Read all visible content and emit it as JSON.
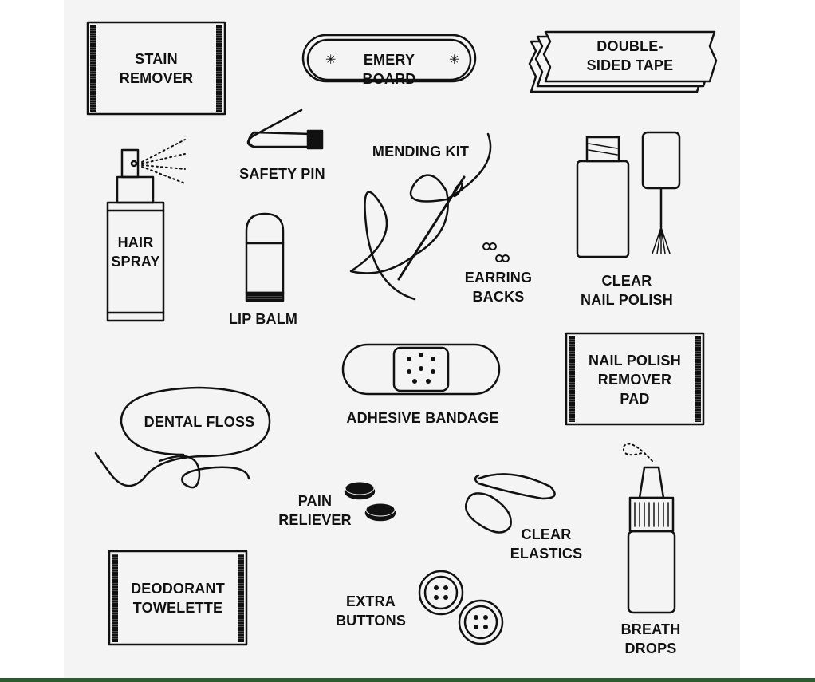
{
  "colors": {
    "panel": "#f4f4f4",
    "ink": "#111111",
    "bottom_bar": "#2d5a2f"
  },
  "items": {
    "stain_remover": "STAIN\nREMOVER",
    "emery_board": "EMERY BOARD",
    "double_sided_tape": "DOUBLE-\nSIDED TAPE",
    "safety_pin": "SAFETY PIN",
    "mending_kit": "MENDING KIT",
    "hair_spray": "HAIR\nSPRAY",
    "lip_balm": "LIP BALM",
    "earring_backs": "EARRING\nBACKS",
    "clear_nail_polish": "CLEAR\nNAIL POLISH",
    "adhesive_bandage": "ADHESIVE BANDAGE",
    "nail_polish_remover_pad": "NAIL POLISH\nREMOVER\nPAD",
    "dental_floss": "DENTAL FLOSS",
    "pain_reliever": "PAIN\nRELIEVER",
    "clear_elastics": "CLEAR\nELASTICS",
    "deodorant_towelette": "DEODORANT\nTOWELETTE",
    "extra_buttons": "EXTRA\nBUTTONS",
    "breath_drops": "BREATH\nDROPS"
  }
}
